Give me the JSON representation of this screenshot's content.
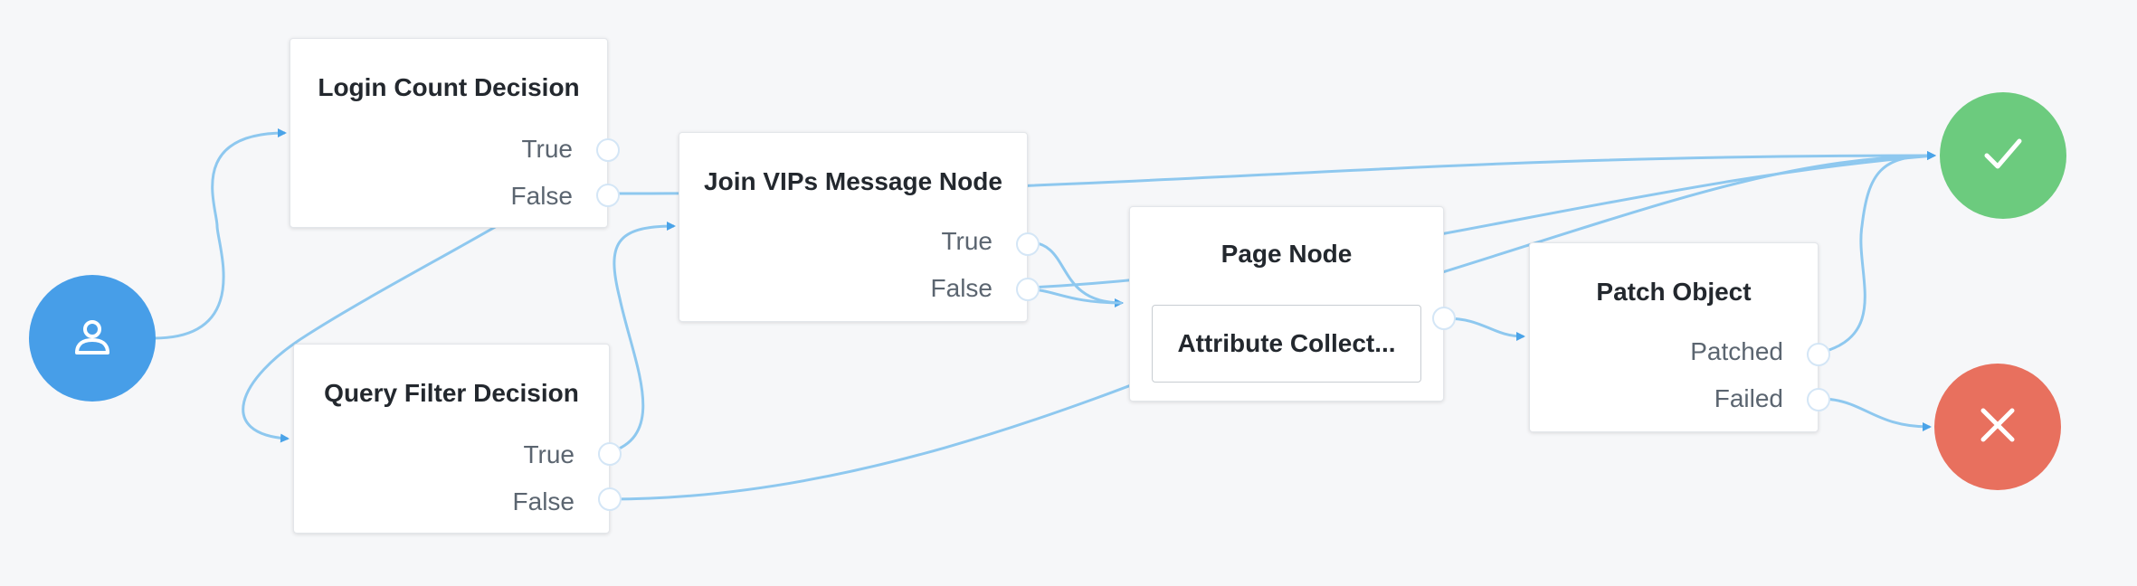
{
  "colors": {
    "background": "#f6f7f9",
    "wire": "#8ec8ef",
    "start": "#479ee8",
    "success": "#6ccb7e",
    "failure": "#e8705e"
  },
  "start": {
    "icon": "user-icon"
  },
  "success": {
    "icon": "check-icon"
  },
  "failure": {
    "icon": "close-icon"
  },
  "nodes": {
    "login_count": {
      "title": "Login Count Decision",
      "outcomes": [
        "True",
        "False"
      ]
    },
    "query_filter": {
      "title": "Query Filter Decision",
      "outcomes": [
        "True",
        "False"
      ]
    },
    "join_vips": {
      "title": "Join VIPs Message Node",
      "outcomes": [
        "True",
        "False"
      ]
    },
    "page_node": {
      "title": "Page Node",
      "inner": "Attribute Collect..."
    },
    "patch_object": {
      "title": "Patch Object",
      "outcomes": [
        "Patched",
        "Failed"
      ]
    }
  }
}
